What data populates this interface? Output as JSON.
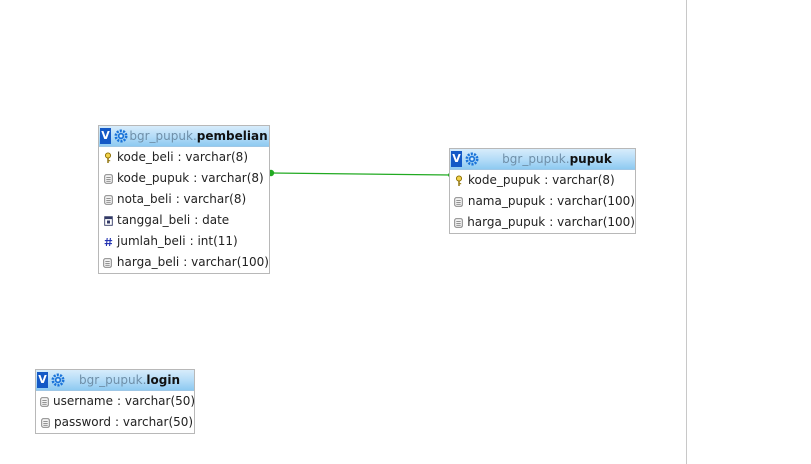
{
  "tables": {
    "pembelian": {
      "db": "bgr_pupuk.",
      "name": "pembelian",
      "toggle": "V",
      "columns": [
        {
          "icon": "key-icon",
          "name": "kode_beli",
          "type": ": varchar(8)"
        },
        {
          "icon": "column-icon",
          "name": "kode_pupuk",
          "type": ": varchar(8)"
        },
        {
          "icon": "column-icon",
          "name": "nota_beli",
          "type": ": varchar(8)"
        },
        {
          "icon": "date-icon",
          "name": "tanggal_beli",
          "type": ": date"
        },
        {
          "icon": "numeric-icon",
          "name": "jumlah_beli",
          "type": ": int(11)"
        },
        {
          "icon": "column-icon",
          "name": "harga_beli",
          "type": ": varchar(100)"
        }
      ]
    },
    "pupuk": {
      "db": "bgr_pupuk.",
      "name": "pupuk",
      "toggle": "V",
      "columns": [
        {
          "icon": "key-icon",
          "name": "kode_pupuk",
          "type": ": varchar(8)"
        },
        {
          "icon": "column-icon",
          "name": "nama_pupuk",
          "type": ": varchar(100)"
        },
        {
          "icon": "column-icon",
          "name": "harga_pupuk",
          "type": ": varchar(100)"
        }
      ]
    },
    "login": {
      "db": "bgr_pupuk.",
      "name": "login",
      "toggle": "V",
      "columns": [
        {
          "icon": "column-icon",
          "name": "username",
          "type": ": varchar(50)"
        },
        {
          "icon": "column-icon",
          "name": "password",
          "type": ": varchar(50)"
        }
      ]
    }
  },
  "relation": {
    "from": "pembelian.kode_pupuk",
    "to": "pupuk.kode_pupuk",
    "color": "#22aa22"
  }
}
